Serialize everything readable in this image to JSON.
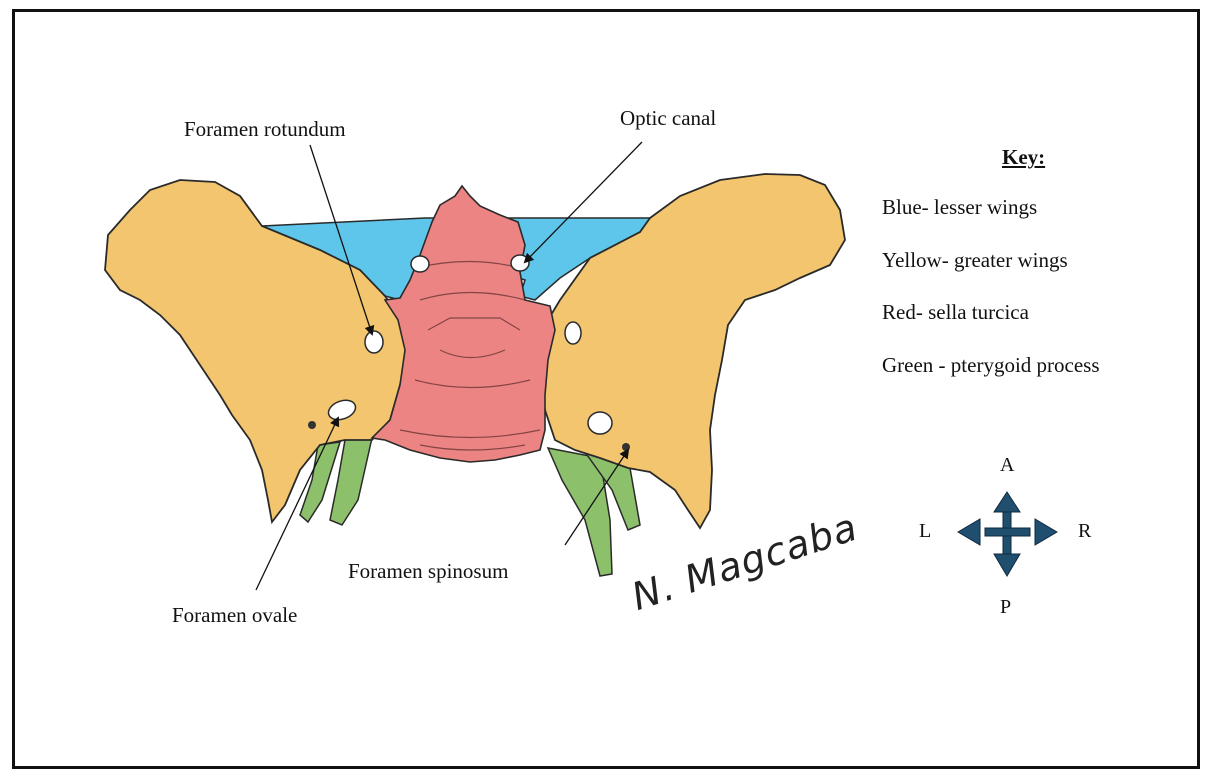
{
  "labels": {
    "foramen_rotundum": "Foramen rotundum",
    "optic_canal": "Optic canal",
    "foramen_ovale": "Foramen ovale",
    "foramen_spinosum": "Foramen spinosum"
  },
  "key": {
    "title": "Key:",
    "items": [
      "Blue- lesser wings",
      "Yellow- greater wings",
      "Red- sella turcica",
      "Green - pterygoid process"
    ]
  },
  "compass": {
    "up": "A",
    "down": "P",
    "left": "L",
    "right": "R"
  },
  "signature": "N. Magcaba",
  "colors": {
    "lesser_wings": "#5ec6ea",
    "greater_wings": "#f2c56e",
    "sella_turcica": "#ec8484",
    "pterygoid_process": "#8cc06a",
    "compass": "#1f4e6e",
    "outline": "#2a2a2a"
  }
}
